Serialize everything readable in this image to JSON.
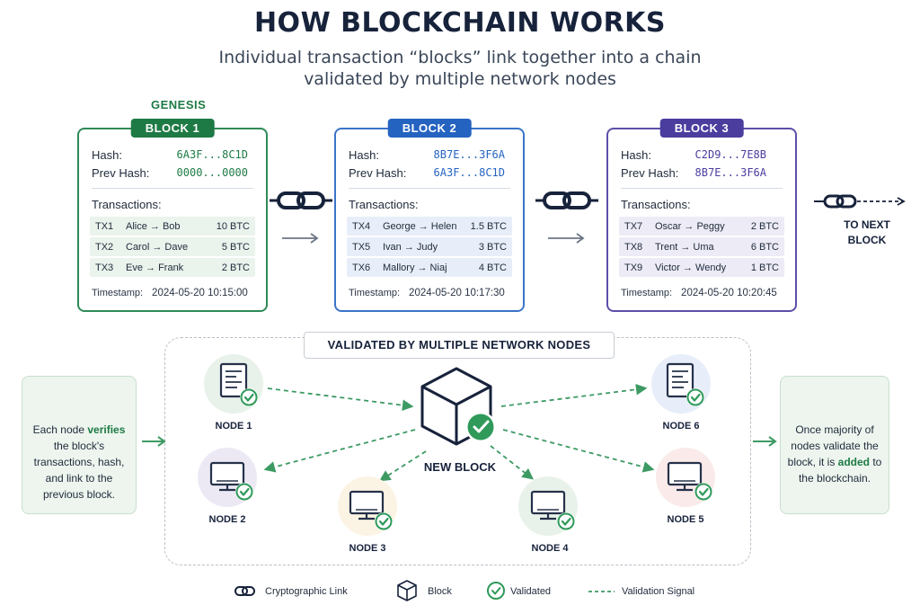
{
  "header": {
    "title": "HOW BLOCKCHAIN WORKS",
    "subtitle_line1": "Individual transaction “blocks” link together into a chain",
    "subtitle_line2": "validated by multiple network nodes"
  },
  "genesis_label": "GENESIS",
  "labels": {
    "hash": "Hash:",
    "prev_hash": "Prev Hash:",
    "transactions": "Transactions:",
    "timestamp": "Timestamp:"
  },
  "blocks": [
    {
      "name": "BLOCK 1",
      "hash": "6A3F...8C1D",
      "prev_hash": "0000...0000",
      "transactions": [
        {
          "id": "TX1",
          "parties": "Alice → Bob",
          "amount": "10 BTC"
        },
        {
          "id": "TX2",
          "parties": "Carol → Dave",
          "amount": "5 BTC"
        },
        {
          "id": "TX3",
          "parties": "Eve → Frank",
          "amount": "2 BTC"
        }
      ],
      "timestamp": "2024-05-20 10:15:00",
      "color": "#1e7a45"
    },
    {
      "name": "BLOCK 2",
      "hash": "8B7E...3F6A",
      "prev_hash": "6A3F...8C1D",
      "transactions": [
        {
          "id": "TX4",
          "parties": "George → Helen",
          "amount": "1.5 BTC"
        },
        {
          "id": "TX5",
          "parties": "Ivan → Judy",
          "amount": "3 BTC"
        },
        {
          "id": "TX6",
          "parties": "Mallory → Niaj",
          "amount": "4 BTC"
        }
      ],
      "timestamp": "2024-05-20 10:17:30",
      "color": "#2563c0"
    },
    {
      "name": "BLOCK 3",
      "hash": "C2D9...7E8B",
      "prev_hash": "8B7E...3F6A",
      "transactions": [
        {
          "id": "TX7",
          "parties": "Oscar → Peggy",
          "amount": "2 BTC"
        },
        {
          "id": "TX8",
          "parties": "Trent → Uma",
          "amount": "6 BTC"
        },
        {
          "id": "TX9",
          "parties": "Victor → Wendy",
          "amount": "1 BTC"
        }
      ],
      "timestamp": "2024-05-20 10:20:45",
      "color": "#4a3d9e"
    }
  ],
  "next_block_line1": "TO NEXT",
  "next_block_line2": "BLOCK",
  "nodes_section": {
    "title": "VALIDATED BY MULTIPLE NETWORK NODES",
    "center_label": "NEW BLOCK",
    "nodes": [
      "NODE 1",
      "NODE 2",
      "NODE 3",
      "NODE 4",
      "NODE 5",
      "NODE 6"
    ]
  },
  "left_note": {
    "pre": "Each node ",
    "highlight": "verifies",
    "post": " the block's transactions, hash, and link to the previous block."
  },
  "right_note": {
    "pre": "Once majority of nodes validate the block, it is ",
    "highlight": "added",
    "post": " to the blockchain."
  },
  "legend": {
    "link": "Cryptographic Link",
    "block": "Block",
    "validated": "Validated",
    "signal": "Validation Signal"
  },
  "colors": {
    "green": "#1e7a45",
    "blue": "#2563c0",
    "purple": "#4a3d9e",
    "navy": "#17223b",
    "check": "#2f9a5a"
  }
}
